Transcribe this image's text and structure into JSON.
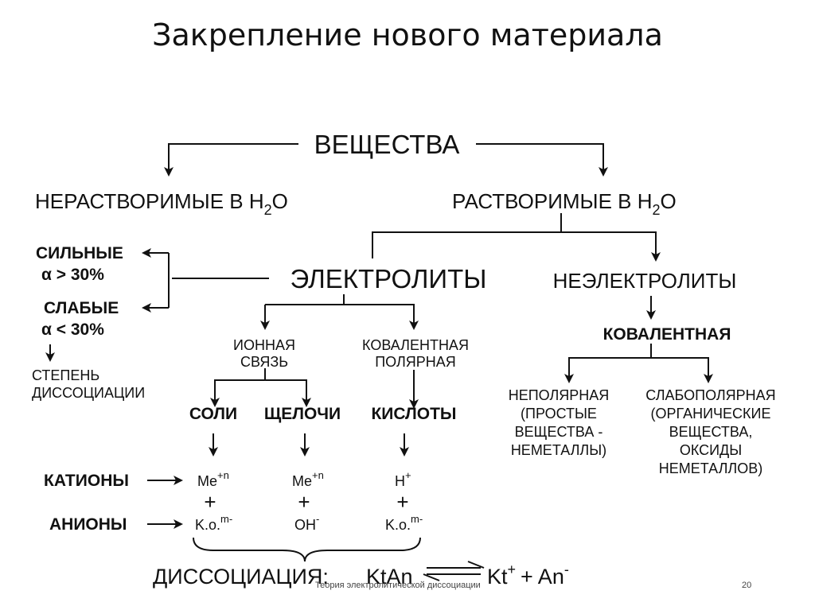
{
  "title": "Закрепление нового материала",
  "nodes": {
    "substances": "ВЕЩЕСТВА",
    "insoluble": "НЕРАСТВОРИМЫЕ В H",
    "soluble": "РАСТВОРИМЫЕ В H",
    "h2o_sub": "2",
    "h2o_tail": "O",
    "strong": "СИЛЬНЫЕ",
    "strong_alpha": "α > 30%",
    "weak": "СЛАБЫЕ",
    "weak_alpha": "α < 30%",
    "degree_1": "СТЕПЕНЬ",
    "degree_2": "ДИССОЦИАЦИИ",
    "electrolytes": "ЭЛЕКТРОЛИТЫ",
    "nonelectrolytes": "НЕЭЛЕКТРОЛИТЫ",
    "ionic_1": "ИОННАЯ",
    "ionic_2": "СВЯЗЬ",
    "covpolar_1": "КОВАЛЕНТНАЯ",
    "covpolar_2": "ПОЛЯРНАЯ",
    "covalent": "КОВАЛЕНТНАЯ",
    "salts": "СОЛИ",
    "alkalis": "ЩЕЛОЧИ",
    "acids": "КИСЛОТЫ",
    "nonpolar": [
      "НЕПОЛЯРНАЯ",
      "(ПРОСТЫЕ",
      "ВЕЩЕСТВА -",
      "НЕМЕТАЛЛЫ)"
    ],
    "weakpolar": [
      "СЛАБОПОЛЯРНАЯ",
      "(ОРГАНИЧЕСКИЕ",
      "ВЕЩЕСТВА,",
      "ОКСИДЫ",
      "НЕМЕТАЛЛОВ)"
    ],
    "cations": "КАТИОНЫ",
    "anions": "АНИОНЫ",
    "me": "Me",
    "me_sup": "+n",
    "h": "H",
    "h_sup": "+",
    "plus": "+",
    "ko": "K.o.",
    "ko_sup": "m-",
    "oh": "OH",
    "oh_sup": "-",
    "dissociation": "ДИССОЦИАЦИЯ:",
    "ktan": "KtAn",
    "kt": "Kt",
    "kt_sup": "+",
    "plus_an": "+ An",
    "an_sup": "-"
  },
  "footer": {
    "caption": "Теория электролитической диссоциации",
    "page": "20"
  }
}
